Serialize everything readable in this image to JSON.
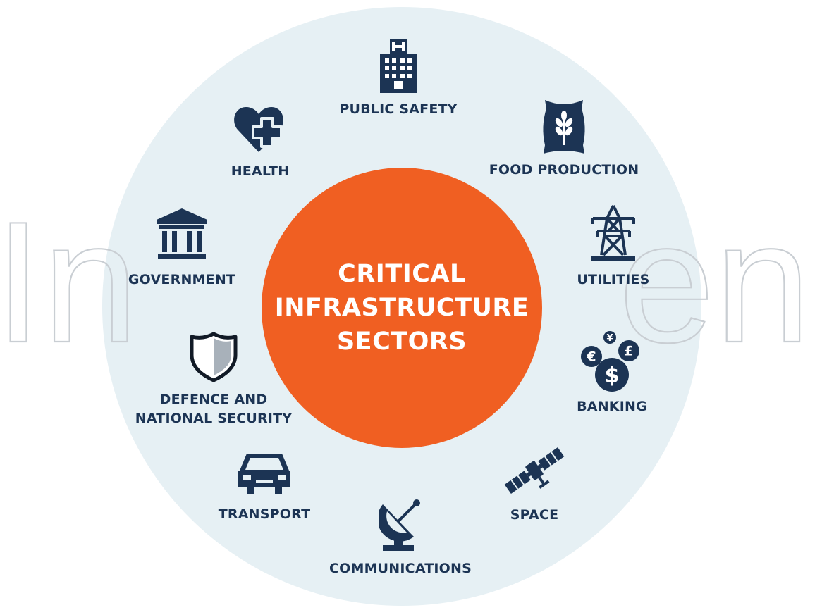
{
  "hub": {
    "lines": [
      "CRITICAL",
      "INFRASTRUCTURE",
      "SECTORS"
    ]
  },
  "watermark": {
    "left_text": "In",
    "right_text": "en"
  },
  "sectors": {
    "public_safety": {
      "label": "PUBLIC SAFETY",
      "icon": "hospital-building-icon"
    },
    "food_production": {
      "label": "FOOD PRODUCTION",
      "icon": "grain-sack-icon"
    },
    "utilities": {
      "label": "UTILITIES",
      "icon": "power-pylon-icon"
    },
    "banking": {
      "label": "BANKING",
      "icon": "currency-coins-icon"
    },
    "space": {
      "label": "SPACE",
      "icon": "satellite-icon"
    },
    "communications": {
      "label": "COMMUNICATIONS",
      "icon": "satellite-dish-icon"
    },
    "transport": {
      "label": "TRANSPORT",
      "icon": "car-icon"
    },
    "defence": {
      "label_line1": "DEFENCE AND",
      "label_line2": "NATIONAL SECURITY",
      "icon": "shield-icon"
    },
    "government": {
      "label": "GOVERNMENT",
      "icon": "government-building-icon"
    },
    "health": {
      "label": "HEALTH",
      "icon": "heart-plus-icon"
    }
  },
  "colors": {
    "hub": "#f05f22",
    "disk": "#e6f0f4",
    "icon_and_text": "#1c3454",
    "watermark": "#c9ced3"
  }
}
